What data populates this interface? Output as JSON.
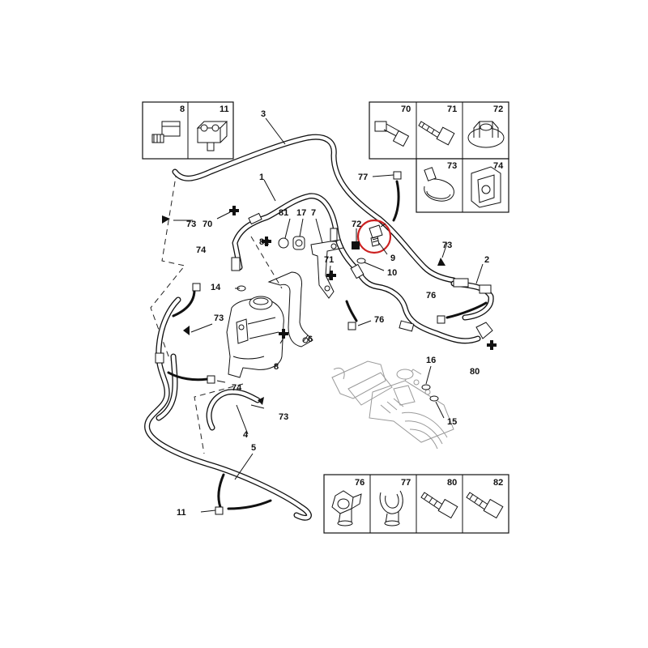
{
  "callouts": {
    "c1": "1",
    "c2": "2",
    "c3": "3",
    "c4": "4",
    "c5": "5",
    "c6": "6",
    "c7": "7",
    "c8": "8",
    "c9": "9",
    "c10": "10",
    "c11": "11",
    "c14": "14",
    "c15": "15",
    "c16": "16",
    "c17": "17",
    "c70": "70",
    "c71": "71",
    "c72": "72",
    "c73": "73",
    "c74": "74",
    "c76": "76",
    "c77": "77",
    "c80": "80",
    "c81": "81",
    "c82": "82"
  },
  "panels": {
    "top_left": [
      "8",
      "11"
    ],
    "top_right_row1": [
      "70",
      "71",
      "72"
    ],
    "top_right_row2": [
      "73",
      "74"
    ],
    "bottom_right": [
      "76",
      "77",
      "80",
      "82"
    ]
  },
  "highlight": {
    "color": "#cc2222"
  }
}
